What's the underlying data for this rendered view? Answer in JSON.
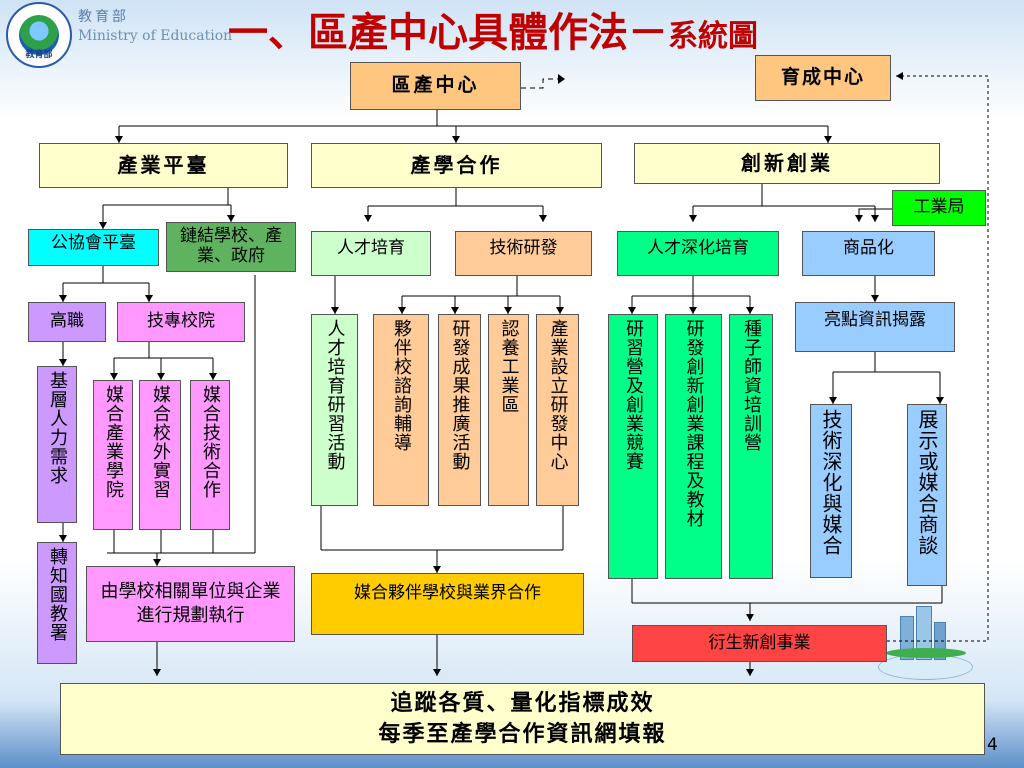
{
  "header": {
    "logo_text": "教育部",
    "ministry_cn": "教育部",
    "ministry_en": "Ministry of Education",
    "title_main": "一、區產中心具體作法",
    "title_dash": "－",
    "title_sub": "系統圖"
  },
  "nodes": {
    "center": "區產中心",
    "incubation": "育成中心",
    "industry_platform": "產業平臺",
    "industry_academia": "產學合作",
    "innovation": "創新創業",
    "idb": "工業局",
    "association_platform": "公協會平臺",
    "link_school": "鏈結學校、產業、政府",
    "talent_cultivation": "人才培育",
    "tech_rnd": "技術研發",
    "talent_deep": "人才深化培育",
    "commercialization": "商品化",
    "vocational": "高職",
    "college": "技專校院",
    "highlight": "亮點資訊揭露",
    "basic_manpower": "基層人力需求",
    "match_college": "媒合產業學院",
    "match_internship": "媒合校外實習",
    "match_tech": "媒合技術合作",
    "talent_camp": "人才培育研習活動",
    "partner_consult": "夥伴校諮詢輔導",
    "rnd_promotion": "研發成果推廣活動",
    "adopt_zone": "認養工業區",
    "industry_rnd": "產業設立研發中心",
    "study_camp": "研習營及創業競賽",
    "course_material": "研發創新創業課程及教材",
    "seed_teacher": "種子師資培訓營",
    "tech_deepen": "技術深化與媒合",
    "exhibit": "展示或媒合商談",
    "referral": "轉知國教署",
    "school_plan": "由學校相關單位與企業進行規劃執行",
    "match_partner": "媒合夥伴學校與業界合作",
    "derived_startup": "衍生新創事業",
    "track_line1": "追蹤各質、量化指標成效",
    "track_line2": "每季至產學合作資訊網填報"
  },
  "page_number": "4",
  "colors": {
    "title_red": "#c00000",
    "orange": "#ffc680",
    "yellow_light": "#ffffcc",
    "cyan": "#00ffff",
    "green_dark": "#5fb35f",
    "green_light": "#ccffcc",
    "peach": "#ffcc99",
    "green_bright": "#00ff88",
    "blue_light": "#99ccff",
    "purple": "#cc99ff",
    "pink": "#ff99ff",
    "gold": "#ffcc00",
    "red": "#ff4444",
    "idb_green": "#00ff00"
  }
}
